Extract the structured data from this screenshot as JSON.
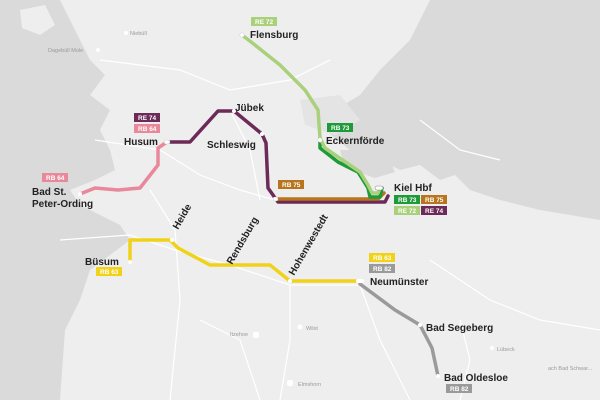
{
  "cities": {
    "flensburg": "Flensburg",
    "juebek": "Jübek",
    "husum": "Husum",
    "schleswig": "Schleswig",
    "eckernfoerde": "Eckernförde",
    "kiel": "Kiel Hbf",
    "bad_st_peter_1": "Bad St.",
    "bad_st_peter_2": "Peter-Ording",
    "heide": "Heide",
    "rendsburg": "Rendsburg",
    "hohenwestedt": "Hohenwestedt",
    "buesum": "Büsum",
    "neumuenster": "Neumünster",
    "bad_segeberg": "Bad Segeberg",
    "bad_oldesloe": "Bad Oldesloe"
  },
  "small_places": {
    "niebuell": "Niebüll",
    "dagebuell": "Dagebüll Mole",
    "itzehoe": "Itzehoe",
    "wilst": "Wilst",
    "elmshorn": "Elmshorn",
    "luebeck": "Lübeck",
    "bad_schwartau": "ach Bad Schwar..."
  },
  "lines": {
    "re72": "RE 72",
    "re73": "RB 73",
    "re74": "RE 74",
    "rb64": "RB 64",
    "rb75": "RB 75",
    "rb63": "RB 63",
    "rb82": "RB 82"
  },
  "colors": {
    "re72": "#a9d17b",
    "re73": "#1f9a3b",
    "re74": "#6b2a57",
    "rb64": "#e8889a",
    "rb75": "#b8751d",
    "rb63": "#f0d219",
    "rb82": "#9a9a9a"
  }
}
